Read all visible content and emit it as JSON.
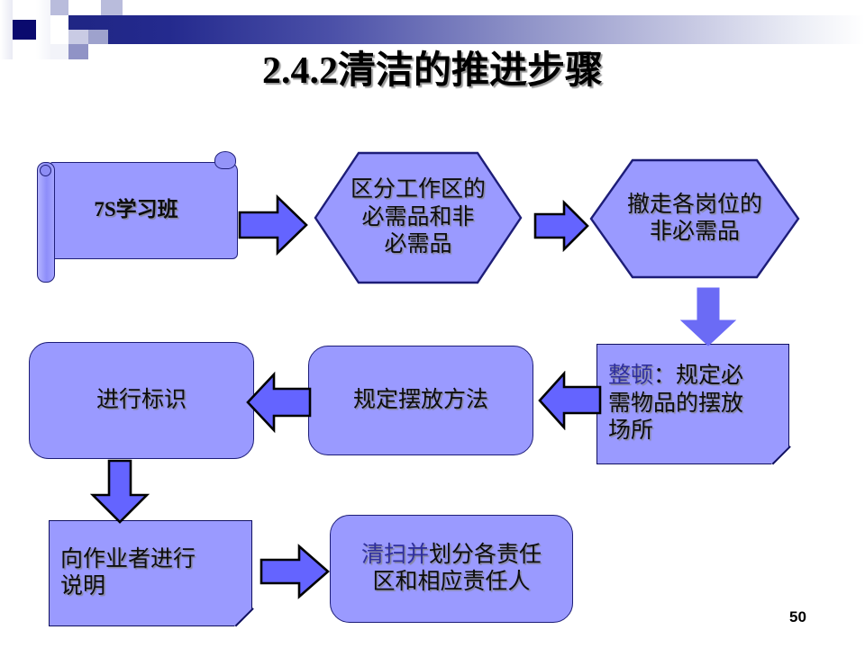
{
  "slide": {
    "title": "2.4.2清洁的推进步骤",
    "page_number": "50",
    "colors": {
      "shape_fill": "#9999FF",
      "shape_outline": "#1D1D78",
      "arrow_fill": "#6666FF",
      "arrow_outline": "#000000",
      "band_dark": "#1F2583",
      "band_light": "#FFFFFF",
      "accent_text": "#2F2F9E",
      "body_text": "#0D0D0D"
    }
  },
  "header": {
    "decoration": "gradient-band-with-squares"
  },
  "flow": {
    "nodes": [
      {
        "id": "scroll",
        "shape": "scroll",
        "text": "7S学习班",
        "accent_prefix": ""
      },
      {
        "id": "hex1",
        "shape": "hexagon",
        "text": "区分工作区的\n必需品和非\n必需品",
        "accent_prefix": ""
      },
      {
        "id": "hex2",
        "shape": "hexagon",
        "text": "撤走各岗位的\n非必需品",
        "accent_prefix": ""
      },
      {
        "id": "tidy",
        "shape": "folded-document",
        "accent_prefix": "整顿",
        "text": "：规定必\n需物品的摆放\n场所"
      },
      {
        "id": "place",
        "shape": "rounded-rectangle",
        "text": "规定摆放方法",
        "accent_prefix": ""
      },
      {
        "id": "mark",
        "shape": "rounded-rectangle",
        "text": "进行标识",
        "accent_prefix": ""
      },
      {
        "id": "brief",
        "shape": "folded-document",
        "text": "向作业者进行\n说明",
        "accent_prefix": ""
      },
      {
        "id": "clean",
        "shape": "rounded-rectangle",
        "accent_prefix": "清扫并",
        "text": "划分各责任\n区和相应责任人"
      }
    ],
    "arrows": [
      {
        "id": "a1",
        "direction": "right",
        "from": "scroll",
        "to": "hex1"
      },
      {
        "id": "a2",
        "direction": "right",
        "from": "hex1",
        "to": "hex2"
      },
      {
        "id": "a3",
        "direction": "down",
        "from": "hex2",
        "to": "tidy"
      },
      {
        "id": "a4",
        "direction": "left",
        "from": "tidy",
        "to": "place"
      },
      {
        "id": "a5",
        "direction": "left",
        "from": "place",
        "to": "mark"
      },
      {
        "id": "a6",
        "direction": "down",
        "from": "mark",
        "to": "brief"
      },
      {
        "id": "a7",
        "direction": "right",
        "from": "brief",
        "to": "clean"
      }
    ]
  }
}
